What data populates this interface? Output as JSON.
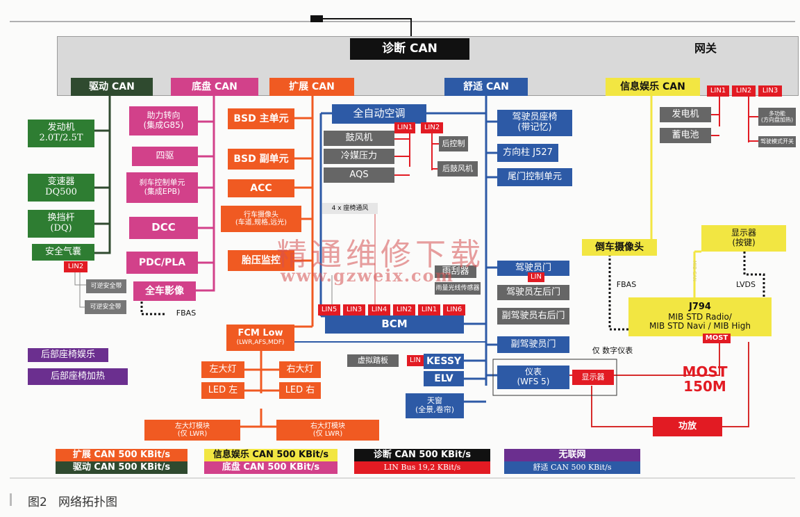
{
  "diagram": {
    "gateway": {
      "label": "网关",
      "diag_label": "诊断 CAN"
    },
    "buses": {
      "drive": "驱动 CAN",
      "chassis": "底盘 CAN",
      "extended": "扩展 CAN",
      "comfort": "舒适 CAN",
      "infotainment": "信息娱乐 CAN"
    },
    "drive_nodes": {
      "engine": [
        "发动机",
        "2.0T/2.5T"
      ],
      "gearbox": [
        "变速器",
        "DQ500"
      ],
      "shifter": [
        "换挡杆",
        "(DQ)"
      ],
      "airbag": "安全气囊",
      "lin2": "LIN2",
      "belt_right": "可逆安全带",
      "belt_left": "可逆安全带"
    },
    "chassis_nodes": {
      "steering": [
        "助力转向",
        "(集成G85)"
      ],
      "awd": "四驱",
      "brake": [
        "刹车控制单元",
        "(集成EPB)"
      ],
      "dcc": "DCC",
      "pdc": "PDC/PLA",
      "camera360": "全车影像",
      "fbas": "FBAS"
    },
    "ext_nodes": {
      "bsd_main": "BSD 主单元",
      "bsd_sub": "BSD 副单元",
      "acc": "ACC",
      "lane_cam": [
        "行车摄像头",
        "(车道,规格,远光)"
      ],
      "tpms": "胎压监控",
      "fcm": [
        "FCM Low",
        "(LWR,AFS,MDF)"
      ],
      "left_light": "左大灯",
      "right_light": "右大灯",
      "led_left": "LED 左",
      "led_right": "LED 右",
      "left_module": [
        "左大灯模块",
        "(仅 LWR)"
      ],
      "right_module": [
        "右大灯模块",
        "(仅 LWR)"
      ]
    },
    "comfort_nodes": {
      "climate": "全自动空调",
      "blower": "鼓风机",
      "refrig": "冷媒压力",
      "aqs": "AQS",
      "lin1": "LIN1",
      "lin2": "LIN2",
      "rear_ctrl": "后控制",
      "rear_blower": "后鼓风机",
      "driver_seat": [
        "驾驶员座椅",
        "(带记忆)"
      ],
      "column": "方向柱 J527",
      "tailgate": "尾门控制单元",
      "fan4": "4 x 座椅通风",
      "driver_door": "驾驶员门",
      "door_lin": "LIN",
      "rear_left_door": "驾驶员左后门",
      "rear_right_door": "副驾驶员右后门",
      "passenger_door": "副驾驶员门",
      "wiper": "雨刮器",
      "rain": "雨量光线传感器",
      "bcm": "BCM",
      "bcm_lins": [
        "LIN5",
        "LIN3",
        "LIN4",
        "LIN2",
        "LIN1",
        "LIN6"
      ],
      "pedal": "虚拟踏板",
      "kessy_lin": "LIN",
      "kessy": "KESSY",
      "elv": "ELV",
      "sunroof": [
        "天窗",
        "(全景,卷帘)"
      ],
      "cluster": [
        "仪表",
        "(WFS 5)"
      ]
    },
    "info_nodes": {
      "lin1": "LIN1",
      "lin2": "LIN2",
      "lin3": "LIN3",
      "alternator": "发电机",
      "battery": "蓄电池",
      "mfsw": [
        "多功能",
        "(方向盘加热)"
      ],
      "switch": "驾驶模式开关",
      "rear_cam": "倒车摄像头",
      "display_top": [
        "显示器",
        "(按键)"
      ],
      "mib_can": "MIB CAN",
      "fbas": "FBAS",
      "lvds": "LVDS",
      "j794": [
        "J794",
        "MIB STD Radio/",
        "MIB STD Navi / MIB High"
      ],
      "most": "MOST",
      "most_rate": [
        "MOST",
        "150M"
      ],
      "amp": "功放",
      "display": "显示器",
      "digital_cluster": "仅 数字仪表"
    },
    "unnetworked": {
      "rear_ent": "后部座椅娱乐",
      "rear_heat": "后部座椅加热"
    },
    "watermark": {
      "main": "精通维修下载",
      "url": "www.gzweix.com"
    }
  },
  "legend": [
    {
      "label": "扩展 CAN 500 KBit/s",
      "color": "#f05a22"
    },
    {
      "label": "驱动 CAN 500 KBit/s",
      "color": "#2f4a2f"
    },
    {
      "label": "信息娱乐 CAN 500 KBit/s",
      "color": "#f2e642"
    },
    {
      "label": "底盘 CAN 500 KBit/s",
      "color": "#d2418a"
    },
    {
      "label": "诊断 CAN 500 KBit/s",
      "color": "#111111"
    },
    {
      "label": "LIN Bus 19,2 KBit/s",
      "color": "#e21b23"
    },
    {
      "label": "无联网",
      "color": "#6b2f8f"
    },
    {
      "label": "舒适 CAN 500 KBit/s",
      "color": "#2d5aa6"
    }
  ],
  "caption": {
    "number": "图2",
    "title": "网络拓扑图"
  },
  "colors": {
    "drive": "#2f4a2f",
    "chassis": "#d2418a",
    "extended": "#f05a22",
    "comfort": "#2d5aa6",
    "info": "#f2e642",
    "lin": "#e21b23",
    "diag": "#111111",
    "unnet": "#6b2f8f",
    "gray": "#666666",
    "green": "#2e7d32"
  }
}
